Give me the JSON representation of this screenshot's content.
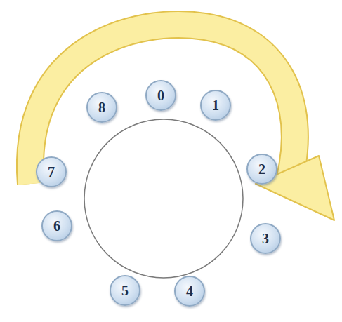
{
  "diagram": {
    "nodes": [
      {
        "text": [
          "0"
        ]
      },
      {
        "text": [
          "1"
        ]
      },
      {
        "text": [
          "2"
        ]
      },
      {
        "text": [
          "3"
        ]
      },
      {
        "text": [
          "4"
        ]
      },
      {
        "text": [
          "5"
        ]
      },
      {
        "text": [
          "6"
        ]
      },
      {
        "text": [
          "7"
        ]
      },
      {
        "text": [
          "8"
        ]
      }
    ]
  }
}
